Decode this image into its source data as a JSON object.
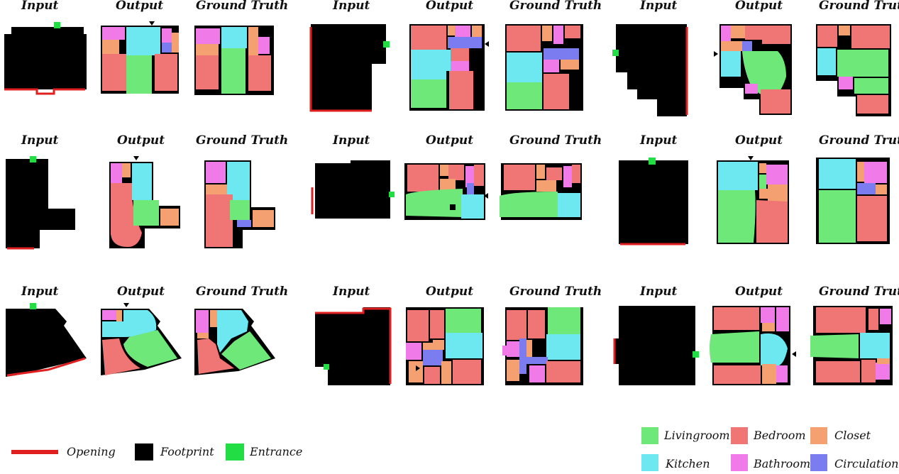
{
  "labels": {
    "input": "Input",
    "output": "Output",
    "ground_truth": "Ground Truth"
  },
  "colors": {
    "living": "#6ee878",
    "bedroom": "#f07575",
    "closet": "#f4a070",
    "kitchen": "#6ee8f0",
    "bathroom": "#f07ae8",
    "circulation": "#7a7cf0",
    "footprint": "#000000",
    "opening": "#e02020",
    "entrance": "#22dd44"
  },
  "legend": {
    "opening": "Opening",
    "footprint": "Footprint",
    "entrance": "Entrance",
    "livingroom": "Livingroom",
    "bedroom": "Bedroom",
    "closet": "Closet",
    "kitchen": "Kitchen",
    "bathroom": "Bathroom",
    "circulation": "Circulation"
  }
}
